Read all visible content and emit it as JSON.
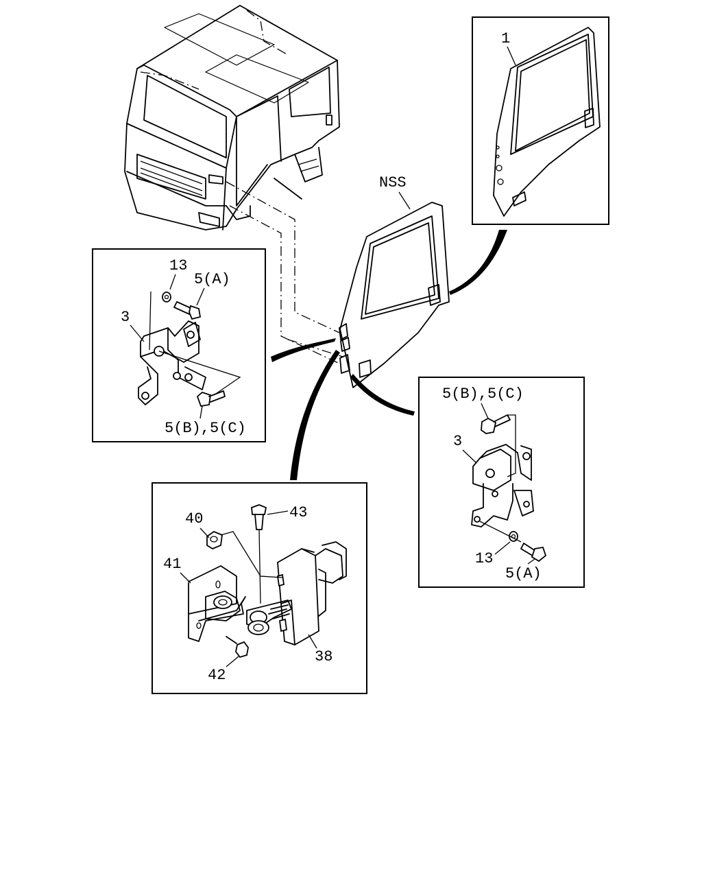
{
  "callouts": {
    "door_assembly": "1",
    "nss_door": "NSS",
    "upper_left": {
      "washer": "13",
      "bolt_a": "5(A)",
      "hinge": "3",
      "bolt_bc": "5(B),5(C)"
    },
    "right_detail": {
      "bolt_bc": "5(B),5(C)",
      "hinge": "3",
      "washer": "13",
      "bolt_a": "5(A)"
    },
    "checker": {
      "pin": "43",
      "nut": "40",
      "bracket": "41",
      "checker": "38",
      "bolt": "42"
    }
  }
}
